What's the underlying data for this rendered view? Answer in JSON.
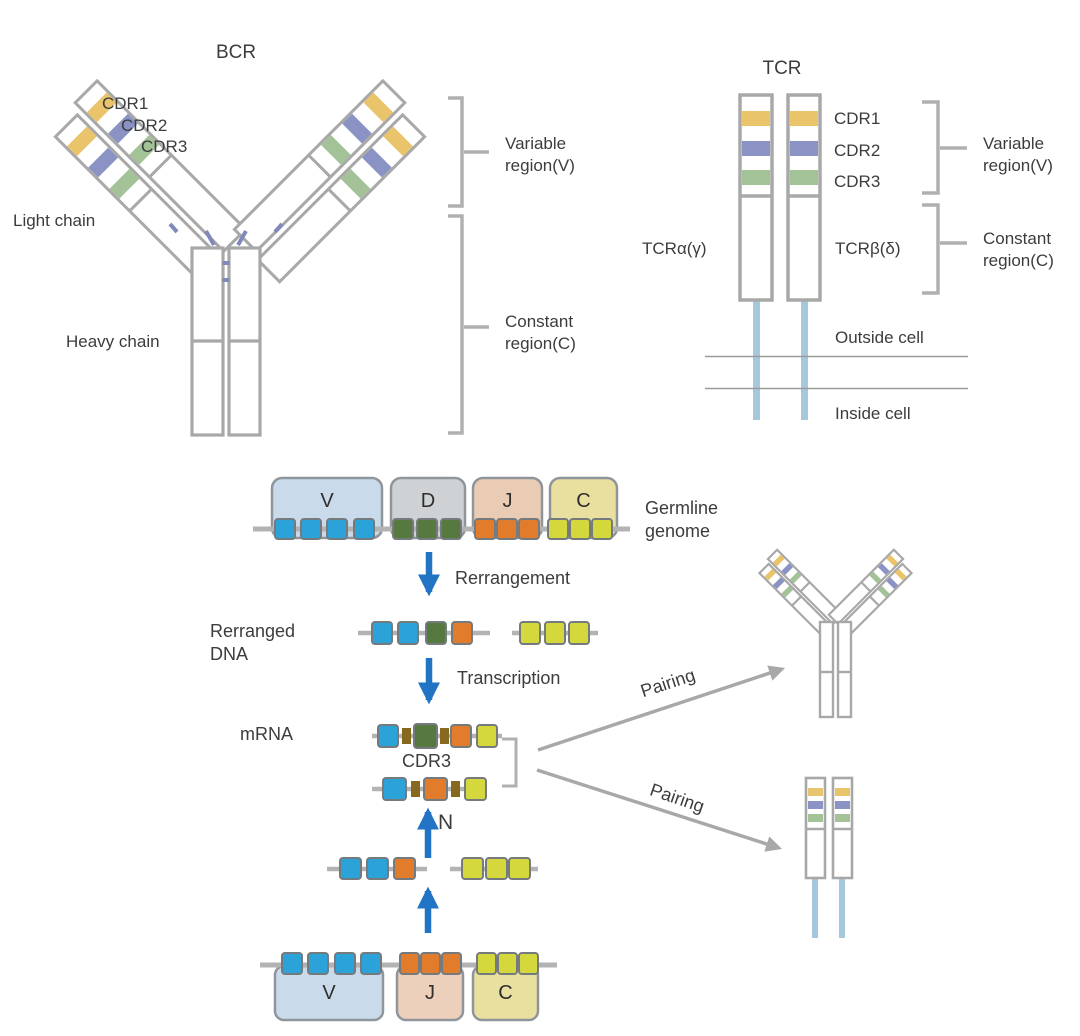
{
  "figure": {
    "description": "BCR and TCR structure with V(D)J recombination pathway"
  },
  "bcr": {
    "title": "BCR",
    "cdr1": "CDR1",
    "cdr2": "CDR2",
    "cdr3": "CDR3",
    "light_chain": "Light chain",
    "heavy_chain": "Heavy chain",
    "variable_region": "Variable region(V)",
    "constant_region": "Constant region(C)"
  },
  "tcr": {
    "title": "TCR",
    "cdr1": "CDR1",
    "cdr2": "CDR2",
    "cdr3": "CDR3",
    "alpha_chain": "TCRα(γ)",
    "beta_chain": "TCRβ(δ)",
    "outside_cell": "Outside cell",
    "inside_cell": "Inside cell",
    "variable_region": "Variable region(V)",
    "constant_region": "Constant region(C)"
  },
  "recombination": {
    "germline_label": "Germline genome",
    "germline_segments": [
      "V",
      "D",
      "J",
      "C"
    ],
    "step1_label": "Rerrangement",
    "rerranged_dna_label": "Rerranged DNA",
    "step2_label": "Transcription",
    "mrna_label": "mRNA",
    "cdr3_label": "CDR3",
    "n_label": "N",
    "pairing_upper": "Pairing",
    "pairing_lower": "Pairing",
    "light_germline_segments": [
      "V",
      "J",
      "C"
    ]
  },
  "colors": {
    "v_gene_square": "#2ba3d8",
    "d_gene_square": "#55793e",
    "j_gene_square": "#e07c2c",
    "c_gene_square": "#d5d83d",
    "n_nucleotide": "#86681f",
    "v_block": "#c9dbeb",
    "d_block": "#ced2d5",
    "j_block": "#eaccb5",
    "c_block": "#e9df9e",
    "cdr1_band": "#e9c46a",
    "cdr2_band": "#8a93c4",
    "cdr3_band": "#a3c297",
    "chain_outline": "#a8a8a8",
    "gene_line": "#b3b3b3",
    "arrow_blue": "#2173c4",
    "arrow_gray": "#a8a8a8",
    "membrane_tail": "#a5c8dd",
    "disulfide_mark": "#8089ba"
  }
}
